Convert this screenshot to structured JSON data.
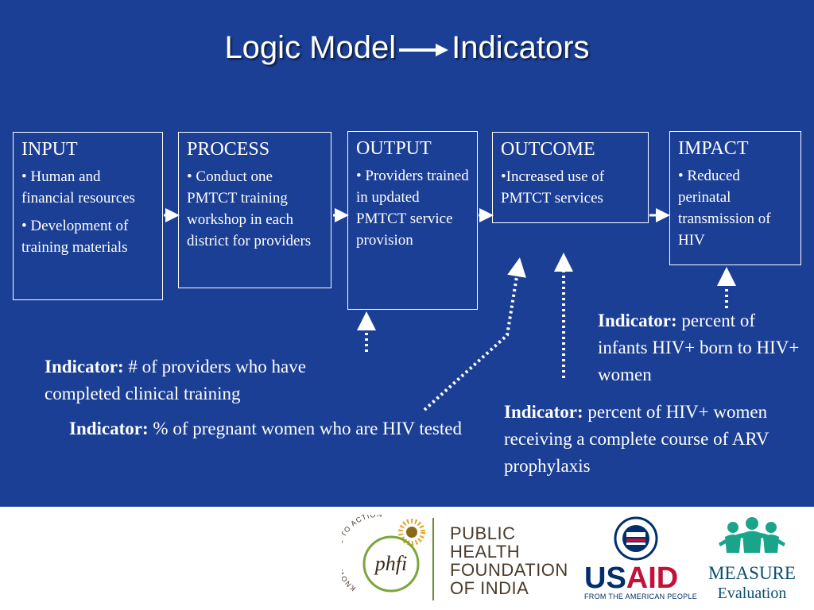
{
  "slide": {
    "title_left": "Logic Model",
    "title_right": "Indicators"
  },
  "boxes": [
    {
      "heading": "INPUT",
      "items": [
        "• Human and financial resources",
        "• Development of training materials"
      ]
    },
    {
      "heading": "PROCESS",
      "items": [
        "• Conduct one PMTCT training workshop in each district for providers"
      ]
    },
    {
      "heading": "OUTPUT",
      "items": [
        "• Providers trained in updated PMTCT service provision"
      ]
    },
    {
      "heading": "OUTCOME",
      "items": [
        "•Increased use of PMTCT services"
      ]
    },
    {
      "heading": "IMPACT",
      "items": [
        "• Reduced perinatal transmission of HIV"
      ]
    }
  ],
  "indicators": [
    {
      "label": "Indicator:",
      "text": " # of providers who have completed clinical training"
    },
    {
      "label": "Indicator:",
      "text": " % of pregnant women who are HIV tested"
    },
    {
      "label": "Indicator:",
      "text": " percent of  HIV+ women receiving a complete course of ARV prophylaxis"
    },
    {
      "label": "Indicator:",
      "text": " percent of infants HIV+ born to HIV+ women"
    }
  ],
  "footer": {
    "phfi": {
      "logo_text": "phfi",
      "arc_text": "KNOWLEDGE TO ACTION",
      "lines": [
        "PUBLIC",
        "HEALTH",
        "FOUNDATION",
        "OF INDIA"
      ]
    },
    "usaid": {
      "word_us": "US",
      "word_aid": "AID",
      "tagline": "FROM THE AMERICAN PEOPLE"
    },
    "measure": {
      "name": "MEASURE",
      "sub": "Evaluation"
    }
  },
  "colors": {
    "background": "#1b3f95",
    "text": "#ffffff",
    "usaid_blue": "#002f6c",
    "usaid_red": "#c2113a",
    "measure_teal": "#0b4f6c"
  }
}
